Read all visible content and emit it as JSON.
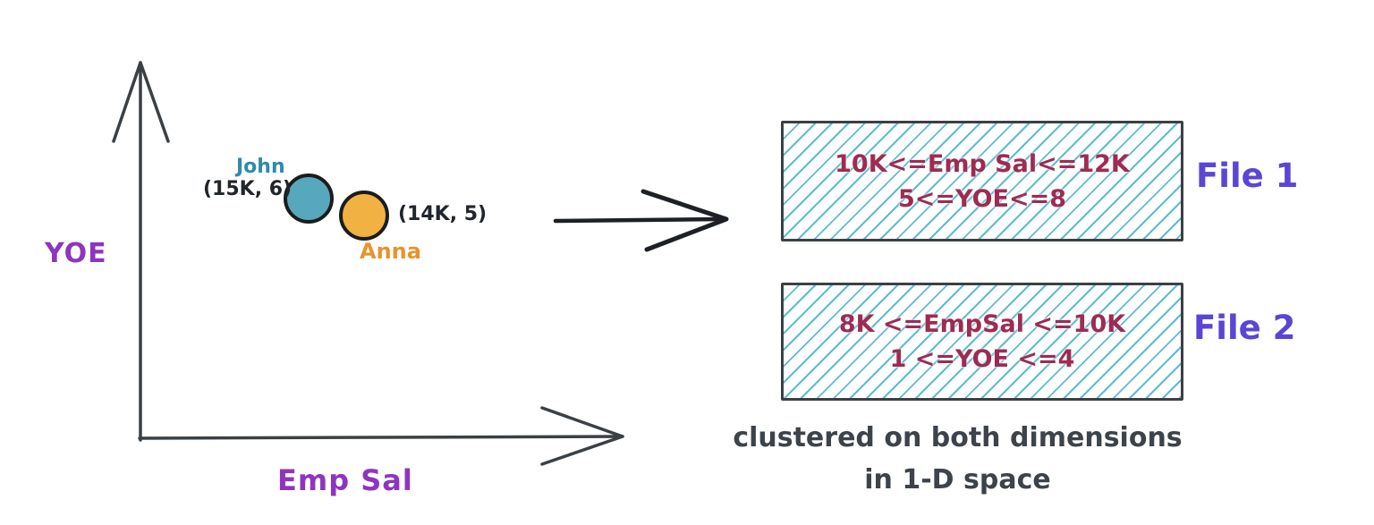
{
  "diagram": {
    "axes": {
      "y_label": "YOE",
      "x_label": "Emp Sal",
      "label_color": "#8e35c0",
      "axis_color": "#3b4045"
    },
    "points": [
      {
        "name": "John",
        "coords": "(15K, 6)",
        "fill": "#57a7bd",
        "name_color": "#2f8ca6"
      },
      {
        "name": "Anna",
        "coords": "(14K, 5)",
        "fill": "#f1b243",
        "name_color": "#e8932c"
      }
    ]
  },
  "files": [
    {
      "label": "File 1",
      "range_line1": "10K<=Emp Sal<=12K",
      "range_line2": "5<=YOE<=8"
    },
    {
      "label": "File 2",
      "range_line1": "8K <=EmpSal <=10K",
      "range_line2": "1 <=YOE <=4"
    }
  ],
  "caption": {
    "line1": "clustered on both dimensions",
    "line2": "in 1-D space"
  },
  "colors": {
    "arrow": "#1d2126",
    "box_border": "#3b4045",
    "hatch": "#5fbccf",
    "range_text": "#9e2b52",
    "file_label": "#5a46d6",
    "caption_text": "#3d434b",
    "circle_outline": "#1c1c1c"
  }
}
